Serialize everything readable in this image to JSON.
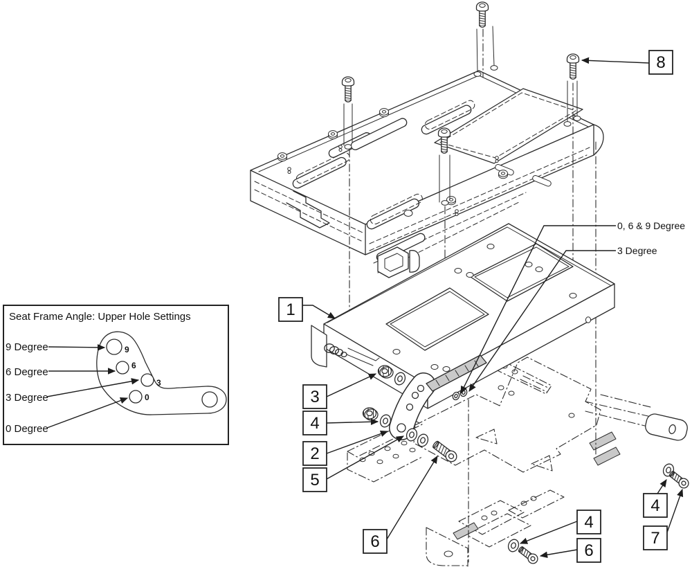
{
  "inset": {
    "title": "Seat Frame Angle: Upper Hole Settings",
    "angle_labels": [
      "9 Degree",
      "6 Degree",
      "3 Degree",
      "0 Degree"
    ],
    "hole_numbers": [
      "9",
      "6",
      "3",
      "0"
    ]
  },
  "frame_labels": {
    "upper_holes": "0, 6 & 9 Degree",
    "three_degree": "3 Degree"
  },
  "callouts": [
    "8",
    "1",
    "3",
    "4",
    "2",
    "5",
    "6",
    "4",
    "7",
    "4",
    "6"
  ],
  "colors": {
    "line": "#2b2b2b",
    "background": "#ffffff",
    "hatch": "#c9c9c9"
  }
}
